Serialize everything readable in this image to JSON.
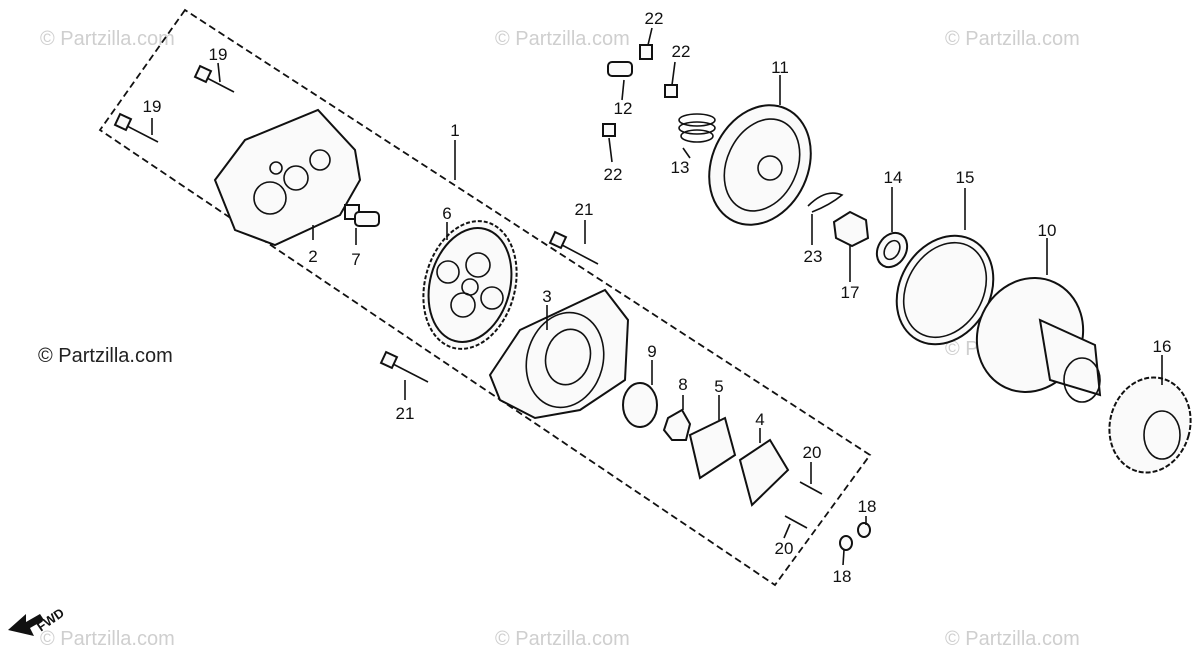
{
  "watermark_text": "© Partzilla.com",
  "copyright_label": "© Partzilla.com",
  "fwd_label": "FWD",
  "callouts": {
    "c1": "1",
    "c2": "2",
    "c3": "3",
    "c4": "4",
    "c5": "5",
    "c6": "6",
    "c7": "7",
    "c8": "8",
    "c9": "9",
    "c10": "10",
    "c11": "11",
    "c12": "12",
    "c13": "13",
    "c14": "14",
    "c15": "15",
    "c16": "16",
    "c17": "17",
    "c18a": "18",
    "c18b": "18",
    "c19a": "19",
    "c19b": "19",
    "c20a": "20",
    "c20b": "20",
    "c21a": "21",
    "c21b": "21",
    "c22a": "22",
    "c22b": "22",
    "c22c": "22",
    "c23": "23"
  }
}
